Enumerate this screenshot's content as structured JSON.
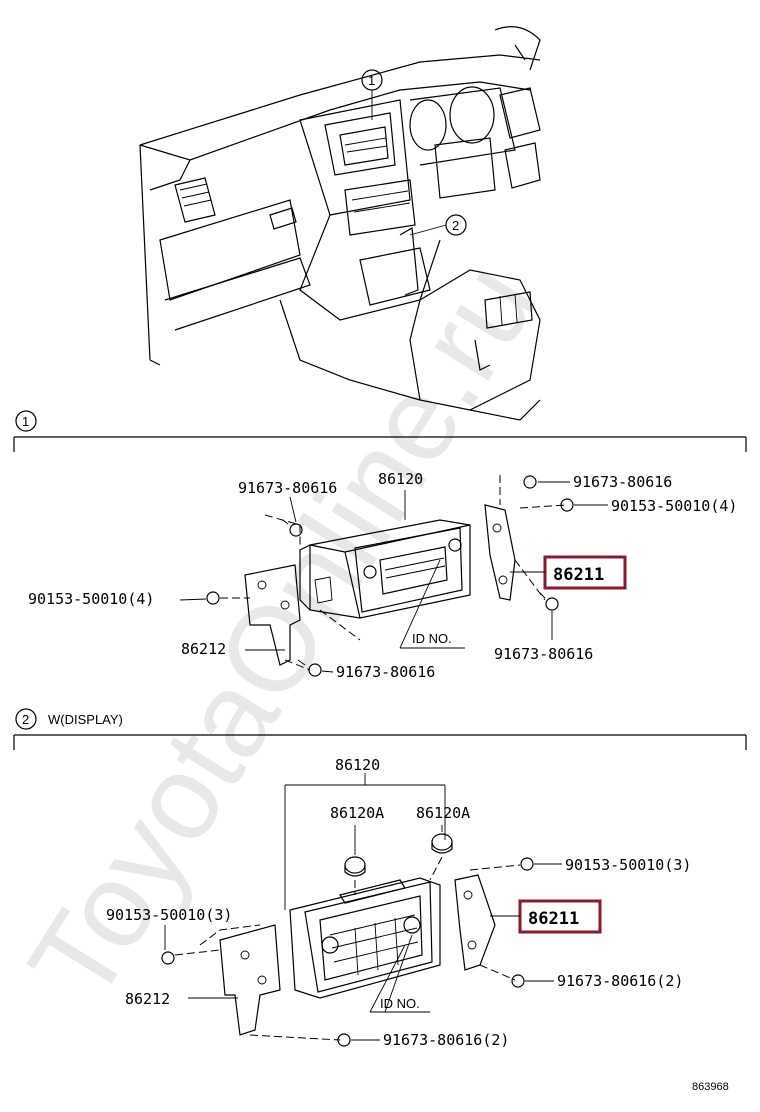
{
  "watermark": "ToyotaOnline.ru",
  "figure_id": "863968",
  "section1": {
    "number": "1",
    "parts": {
      "p1": "91673-80616",
      "p2": "86120",
      "p3": "91673-80616",
      "p4": "90153-50010(4)",
      "p5": "86211",
      "p6": "90153-50010(4)",
      "p7": "86212",
      "p8": "91673-80616",
      "p9": "91673-80616",
      "idno": "ID NO."
    }
  },
  "section2": {
    "number": "2",
    "title": "W(DISPLAY)",
    "parts": {
      "p1": "86120",
      "p2": "86120A",
      "p3": "86120A",
      "p4": "90153-50010(3)",
      "p5": "86211",
      "p6": "90153-50010(3)",
      "p7": "86212",
      "p8": "91673-80616(2)",
      "p9": "91673-80616(2)",
      "idno": "ID NO."
    }
  },
  "overview": {
    "callout1": "1",
    "callout2": "2"
  },
  "highlight_color": "#8b1a2b"
}
